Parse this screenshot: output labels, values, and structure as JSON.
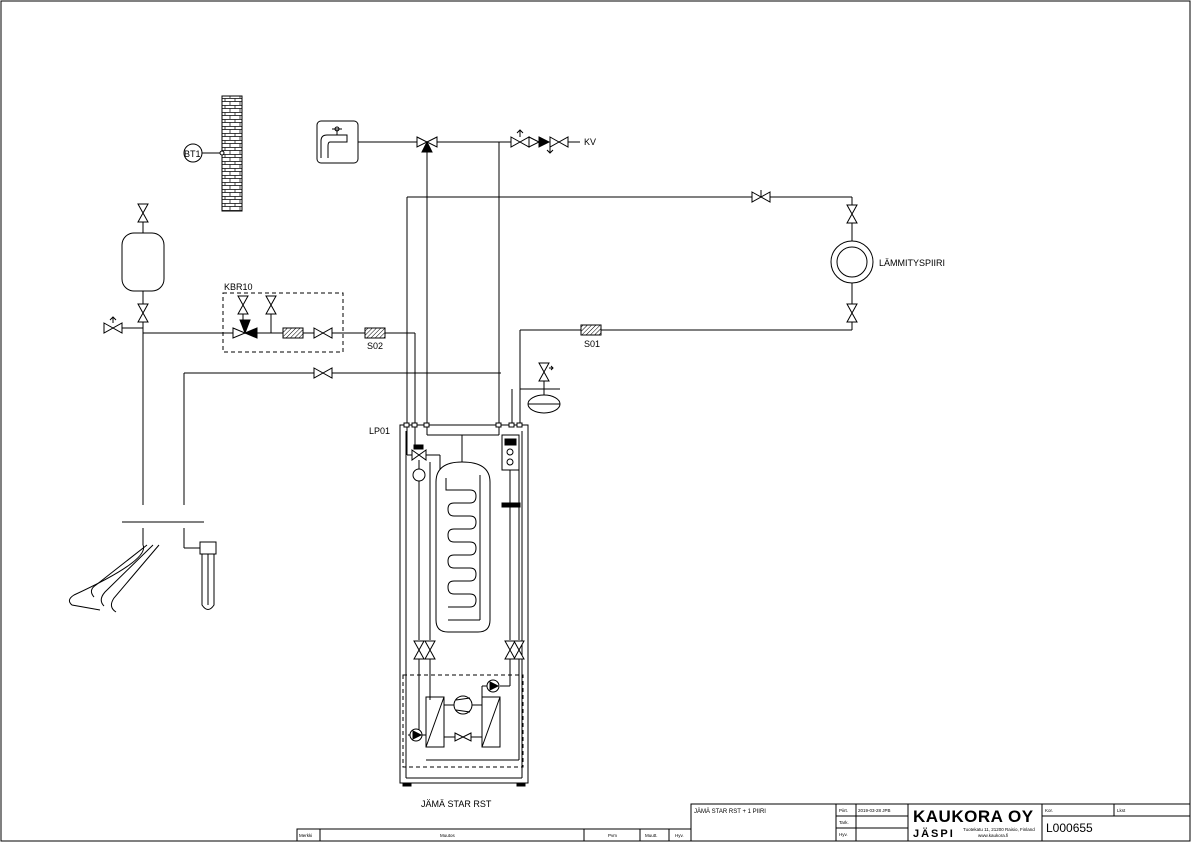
{
  "labels": {
    "bt1": "BT1",
    "kv": "KV",
    "kbr10": "KBR10",
    "s02": "S02",
    "s01": "S01",
    "lp01": "LP01",
    "heating_circuit": "LÄMMITYSPIIRI",
    "unit_name": "JÄMÄ STAR RST"
  },
  "title_block": {
    "drawing_title": "JÄMÄ STAR RST + 1 PIIRI",
    "fields": {
      "drawn_label": "Piirt.",
      "checked_label": "Tark.",
      "approved_label": "Hyv.",
      "date_value": "2019-03-28 JPB",
      "replaces_label": "Kor.",
      "sheet_label": "Lkst",
      "document_number": "L000655"
    },
    "company": {
      "name": "KAUKORA OY",
      "brand": "JÄSPI",
      "address": "Tuotekatu 11, 21200 Raisio, Finland",
      "website": "www.kaukora.fi"
    },
    "revision_table": {
      "headers": [
        "Merkki",
        "Muutos",
        "Pvm",
        "Muutt.",
        "Hyv."
      ]
    }
  },
  "colors": {
    "line": "#000000",
    "background": "#ffffff"
  }
}
